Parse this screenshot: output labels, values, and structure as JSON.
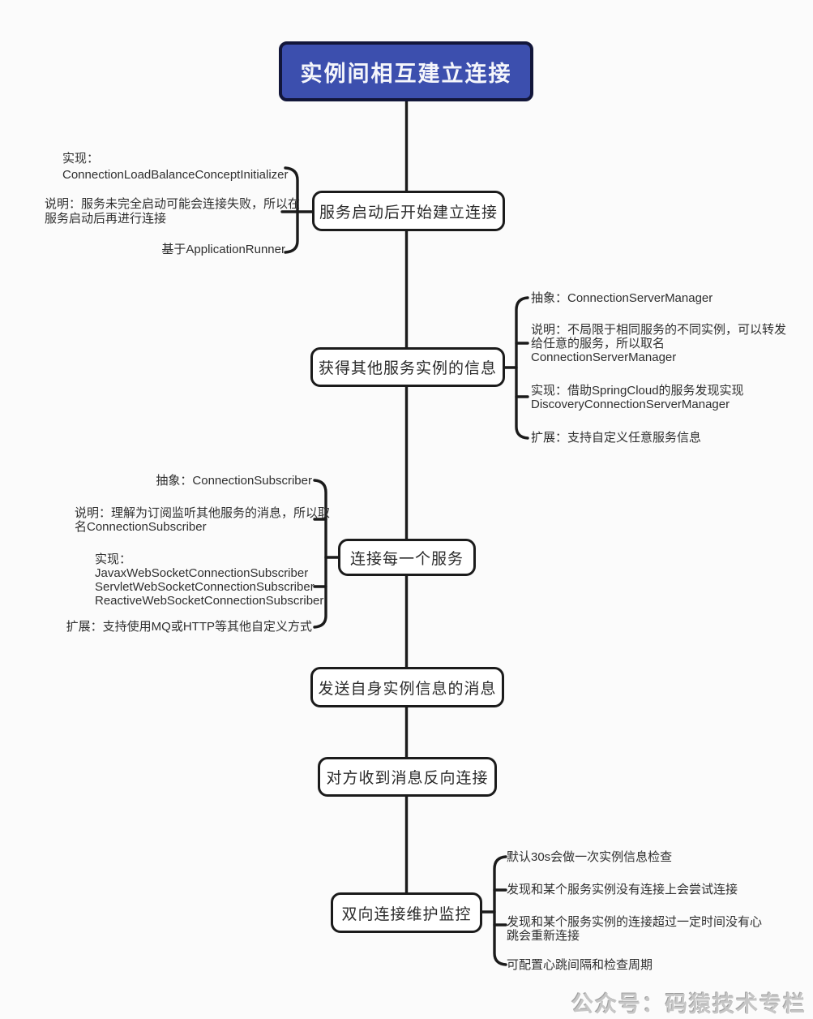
{
  "title": "实例间相互建立连接",
  "steps": {
    "s1": "服务启动后开始建立连接",
    "s2": "获得其他服务实例的信息",
    "s3": "连接每一个服务",
    "s4": "发送自身实例信息的消息",
    "s5": "对方收到消息反向连接",
    "s6": "双向连接维护监控"
  },
  "annotations": {
    "startup": {
      "impl": "实现：\nConnectionLoadBalanceConceptInitializer",
      "desc": "说明：服务未完全启动可能会连接失败，所以在\n服务启动后再进行连接",
      "base": "基于ApplicationRunner"
    },
    "server_manager": {
      "abstract": "抽象：ConnectionServerManager",
      "desc": "说明：不局限于相同服务的不同实例，可以转发\n给任意的服务，所以取名\nConnectionServerManager",
      "impl": "实现：借助SpringCloud的服务发现实现\nDiscoveryConnectionServerManager",
      "extend": "扩展：支持自定义任意服务信息"
    },
    "subscriber": {
      "abstract": "抽象：ConnectionSubscriber",
      "desc": "说明：理解为订阅监听其他服务的消息，所以取\n名ConnectionSubscriber",
      "impl": "实现：\nJavaxWebSocketConnectionSubscriber\nServletWebSocketConnectionSubscriber\nReactiveWebSocketConnectionSubscriber",
      "extend": "扩展：支持使用MQ或HTTP等其他自定义方式"
    },
    "monitor": {
      "item1": "默认30s会做一次实例信息检查",
      "item2": "发现和某个服务实例没有连接上会尝试连接",
      "item3": "发现和某个服务实例的连接超过一定时间没有心\n跳会重新连接",
      "item4": "可配置心跳间隔和检查周期"
    }
  },
  "watermark": "公众号：码猿技术专栏",
  "colors": {
    "title_bg": "#3c4fae",
    "title_border": "#12163a",
    "line": "#1b1b1b",
    "watermark": "#c6c6c6"
  }
}
